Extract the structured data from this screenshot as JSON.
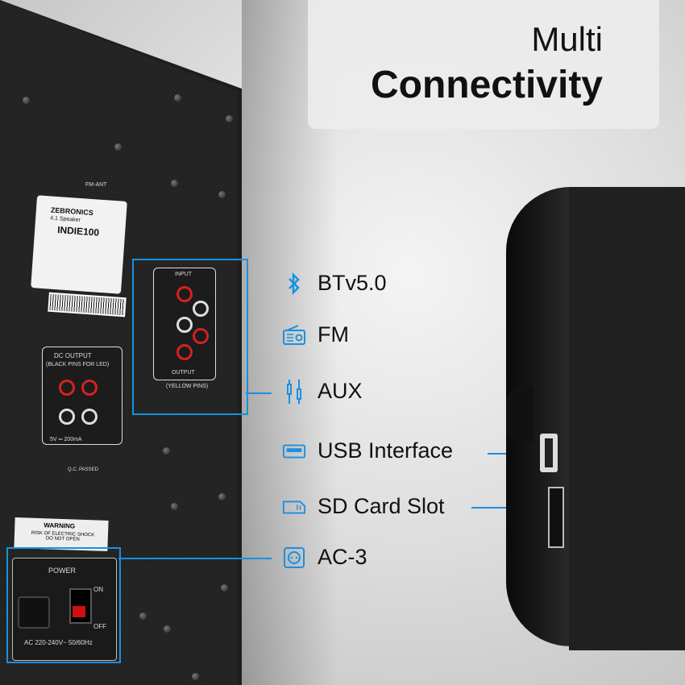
{
  "title": {
    "line1": "Multi",
    "line2": "Connectivity"
  },
  "features": [
    {
      "icon": "bluetooth-icon",
      "label": "BTv5.0"
    },
    {
      "icon": "radio-icon",
      "label": "FM"
    },
    {
      "icon": "aux-cable-icon",
      "label": "AUX"
    },
    {
      "icon": "usb-icon",
      "label": "USB Interface"
    },
    {
      "icon": "sd-card-icon",
      "label": "SD Card Slot"
    },
    {
      "icon": "power-socket-icon",
      "label": "AC-3"
    }
  ],
  "panel": {
    "fm_label": "FM-ANT",
    "brand": "ZEBRONICS",
    "model": "INDIE100",
    "speaker_type": "4.1 Speaker",
    "input_label": "INPUT",
    "output_label": "OUTPUT",
    "yellow_pins": "(YELLOW PINS)",
    "dc_output": "DC OUTPUT",
    "black_pins": "(BLACK PINS FOR LED)",
    "dc_rating": "5V ═ 200mA",
    "qc": "Q.C. PASSED",
    "warning": "WARNING",
    "warning_text": "RISK OF ELECTRIC SHOCK DO NOT OPEN",
    "power": "POWER",
    "on": "ON",
    "off": "OFF",
    "ac_rating": "AC 220-240V~ 50/60Hz"
  },
  "colors": {
    "accent": "#1a90e0",
    "title_bg": "#ececec"
  }
}
